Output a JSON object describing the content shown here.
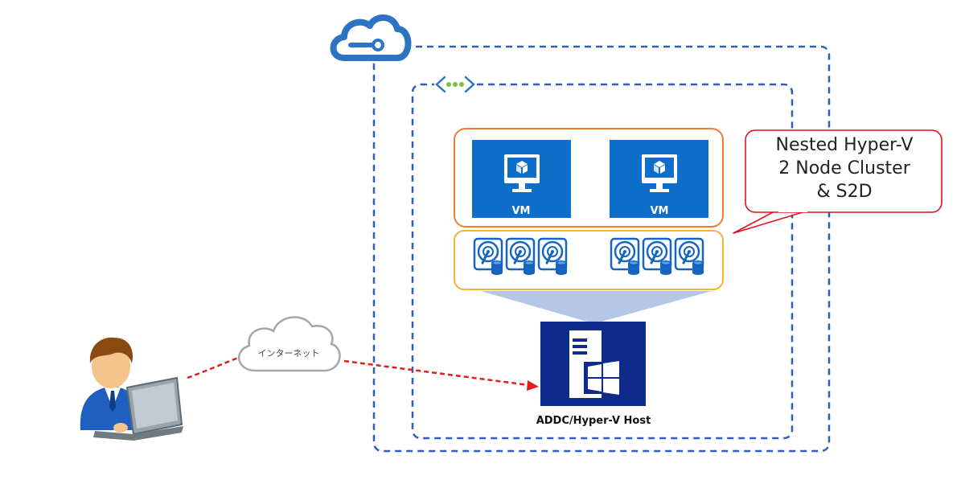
{
  "callout": {
    "lines": [
      "Nested Hyper-V",
      "2 Node Cluster",
      "& S2D"
    ],
    "border_color": "#e0141e"
  },
  "vms": [
    {
      "label": "VM"
    },
    {
      "label": "VM"
    }
  ],
  "host": {
    "label": "ADDC/Hyper-V Host"
  },
  "internet": {
    "label": "インターネット"
  },
  "colors": {
    "azure_blue": "#2c73c4",
    "vnet_border": "#2f5fb5",
    "vm_tile": "#0d6fc9",
    "host_tile": "#0e2b8a",
    "vm_group_border": "#ed7d31",
    "disk_group_border": "#f2b632",
    "dashed_arrow": "#e31c1c",
    "storage_wedge": "#b4c7e7"
  },
  "icons": {
    "azure_cloud": "azure-cloud-icon",
    "vnet": "virtual-network-icon",
    "vm": "virtual-machine-icon",
    "disk": "hard-disk-icon",
    "host": "windows-server-icon",
    "user": "user-with-laptop-icon",
    "internet": "internet-cloud-icon"
  }
}
